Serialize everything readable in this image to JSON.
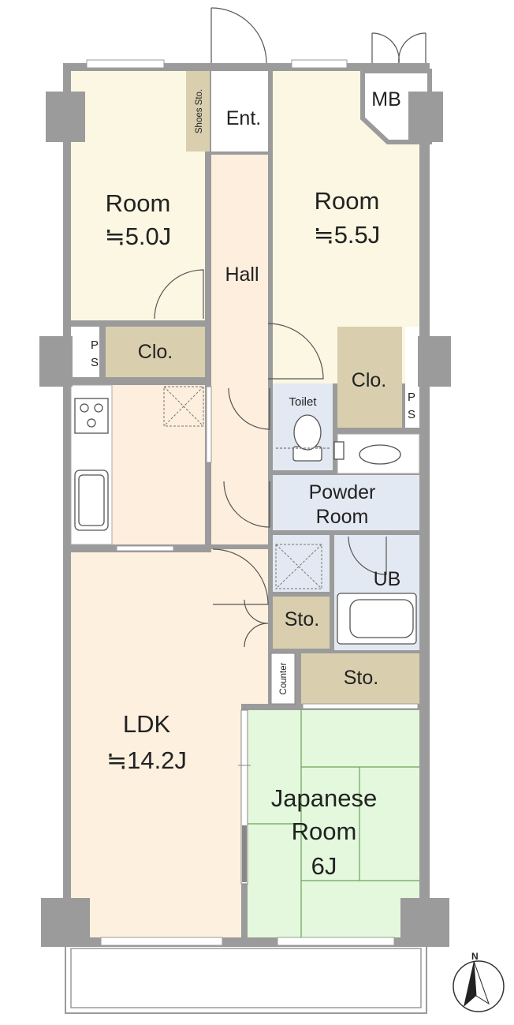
{
  "colors": {
    "wall": "#9b9b9b",
    "room": "#fbf7e2",
    "hall": "#fdeedd",
    "kitchen": "#fdeedd",
    "ldk": "#fdf0df",
    "storage": "#d9cfae",
    "wet": "#e3e9f2",
    "japanese": "#e3f8dc",
    "tatami_line": "#6aa35a"
  },
  "rooms": {
    "room_west": {
      "name": "Room",
      "size": "≒5.0J"
    },
    "room_east": {
      "name": "Room",
      "size": "≒5.5J"
    },
    "ldk": {
      "name": "LDK",
      "size": "≒14.2J"
    },
    "japanese": {
      "line1": "Japanese",
      "line2": "Room",
      "line3": "6J"
    },
    "hall": "Hall",
    "entrance": "Ent.",
    "shoes": "Shoes Sto.",
    "mb": "MB",
    "closet_west": "Clo.",
    "closet_east": "Clo.",
    "ps_west": [
      "P",
      "S"
    ],
    "ps_east": [
      "P",
      "S"
    ],
    "toilet": "Toilet",
    "powder": {
      "line1": "Powder",
      "line2": "Room"
    },
    "ub": "UB",
    "sto_small": "Sto.",
    "sto_large": "Sto.",
    "counter": "Counter"
  },
  "compass": {
    "label": "N"
  }
}
